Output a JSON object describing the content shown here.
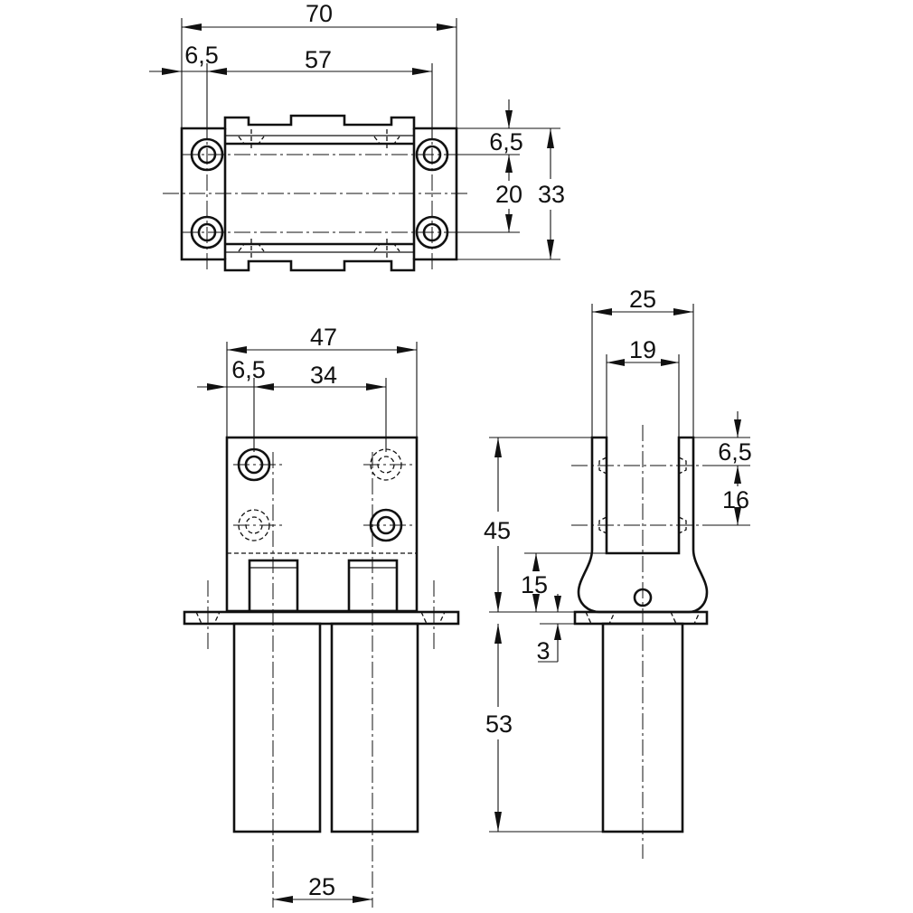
{
  "dimensions": {
    "top_overall_width": "70",
    "top_edge_offset": "6,5",
    "top_hole_spacing": "57",
    "top_side_offset": "6,5",
    "top_hole_vertical": "20",
    "top_overall_height": "33",
    "front_width": "47",
    "front_edge_offset": "6,5",
    "front_hole_spacing": "34",
    "front_tube_spacing": "25",
    "side_outer_width": "25",
    "side_slot_width": "19",
    "side_top_offset": "6,5",
    "side_hole_spacing": "16",
    "side_height": "45",
    "side_pivot_height": "15",
    "side_flange_thickness": "3",
    "side_tube_length": "53"
  }
}
